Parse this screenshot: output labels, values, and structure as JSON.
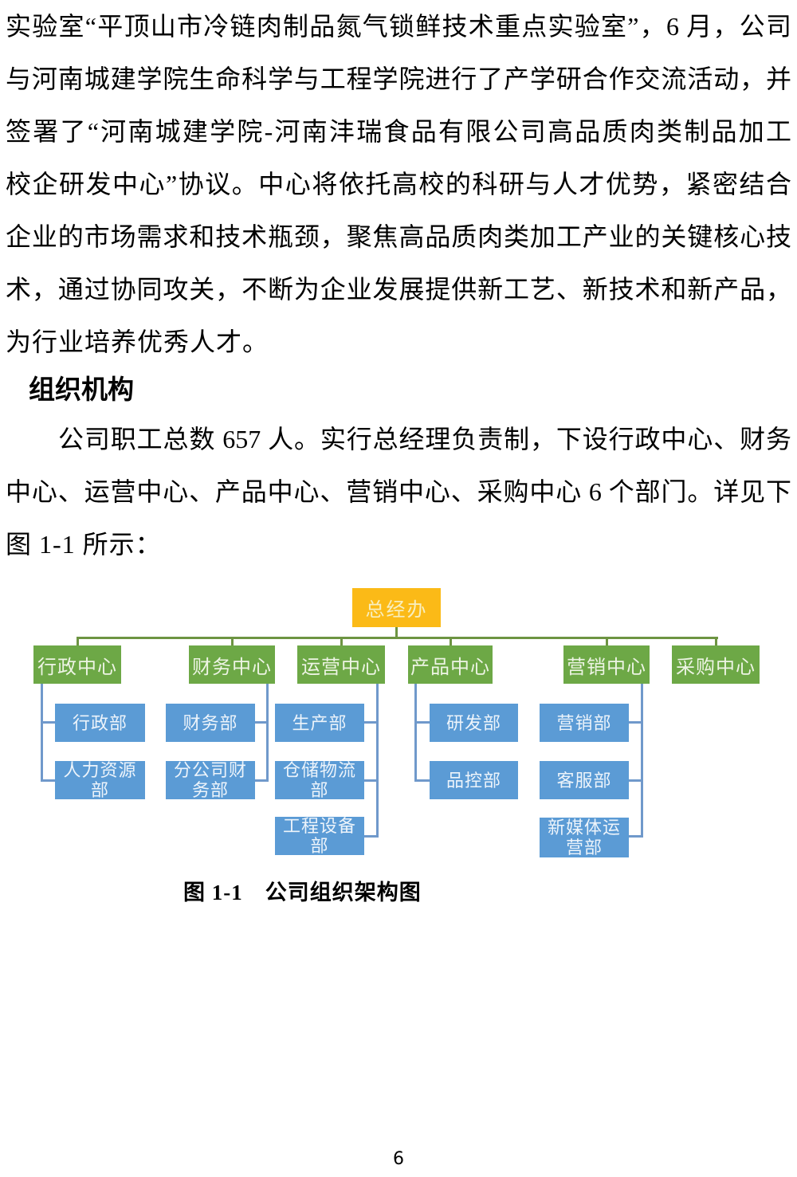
{
  "doc": {
    "p1_lines": [
      "实验室“平顶山市冷链肉制品氮气锁鲜技术重点实验室”，6 月，公司",
      "与河南城建学院生命科学与工程学院进行了产学研合作交流活动，并",
      "签署了“河南城建学院-河南沣瑞食品有限公司高品质肉类制品加工",
      "校企研发中心”协议。中心将依托高校的科研与人才优势，紧密结合",
      "企业的市场需求和技术瓶颈，聚焦高品质肉类加工产业的关键核心技",
      "术，通过协同攻关，不断为企业发展提供新工艺、新技术和新产品，",
      "为行业培养优秀人才。"
    ],
    "heading": "组织机构",
    "p2_lines": [
      "公司职工总数 657 人。实行总经理负责制，下设行政中心、财务",
      "中心、运营中心、产品中心、营销中心、采购中心 6 个部门。详见下",
      "图 1-1 所示："
    ],
    "figure_caption": "图 1-1　公司组织架构图",
    "page_number": "6"
  },
  "org_chart": {
    "type": "org-tree-diagram",
    "root": {
      "label": "总经办"
    },
    "centers": [
      {
        "label": "行政中心",
        "departments": [
          "行政部",
          "人力资源部"
        ]
      },
      {
        "label": "财务中心",
        "departments": [
          "财务部",
          "分公司财务部"
        ]
      },
      {
        "label": "运营中心",
        "departments": [
          "生产部",
          "仓储物流部",
          "工程设备部"
        ]
      },
      {
        "label": "产品中心",
        "departments": [
          "研发部",
          "品控部"
        ]
      },
      {
        "label": "营销中心",
        "departments": [
          "营销部",
          "客服部",
          "新媒体运营部"
        ]
      },
      {
        "label": "采购中心",
        "departments": []
      }
    ],
    "colors": {
      "root_box": "#FBBA17",
      "center_box": "#6DA846",
      "department_box": "#5B9BD5",
      "center_connector": "#6d9442",
      "department_connector": "#7099CB"
    }
  }
}
